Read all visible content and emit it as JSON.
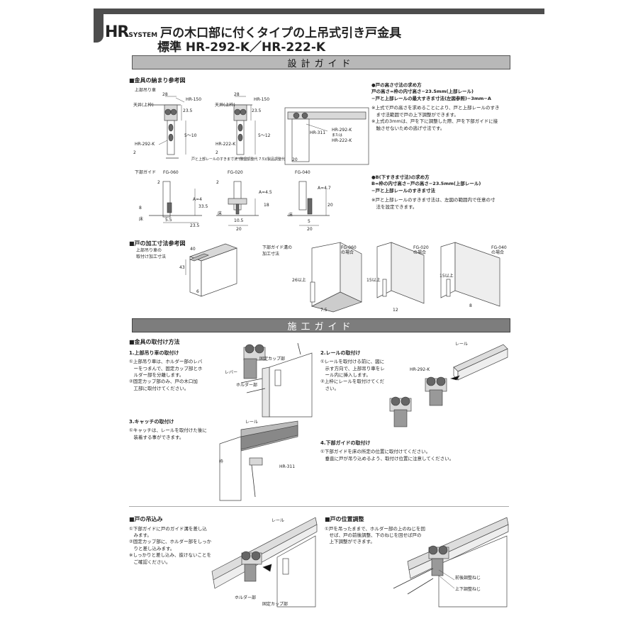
{
  "header": {
    "brand": "HR",
    "brand_sub": "SYSTEM",
    "title_line1": "戸の木口部に付くタイプの上吊式引き戸金具",
    "title_line2": "標準 HR-292-K／HR-222-K"
  },
  "design_guide": {
    "bar_label": "設計ガイド",
    "fit_heading": "■金具の納まり参考図",
    "upper_hanger_label": "上部吊り車",
    "lower_guide_label": "下部ガイド",
    "dims": {
      "d28a": "28",
      "d28b": "28",
      "hr150a": "HR-150",
      "hr150b": "HR-150",
      "ceiling_a": "天井(上枠)",
      "ceiling_b": "天井(上枠)",
      "d23_5a": "23.5",
      "d23_5b": "23.5",
      "hr292": "HR-292-K",
      "hr222": "HR-222-K",
      "range1": "5～10",
      "range2": "5～12",
      "adjust1": "戸と上部レールのすきま寸法 (製品調整代 7.5)",
      "adjust2": "(製品調整代 5)",
      "d2a": "2",
      "d2b": "2",
      "hr311": "HR-311",
      "or": "または",
      "hr292b": "HR-292-K",
      "hr222b": "HR-222-K",
      "d20": "20",
      "fg060": "FG-060",
      "fg020": "FG-020",
      "fg040": "FG-040",
      "d2c": "2",
      "d2d": "2",
      "d18": "18",
      "d20b": "20",
      "a4": "A=4",
      "a4_5": "A=4.5",
      "a4_7": "A=4.7",
      "d33_5": "33.5",
      "d5_5": "5.5",
      "d23_5c": "23.5",
      "d8": "8",
      "floor_a": "床",
      "floor_b": "床",
      "floor_c": "床",
      "d10_5": "10.5",
      "d20c": "20",
      "d20d": "20",
      "d5": "5"
    },
    "height_calc": {
      "heading": "●戸の高さ寸法の求め方",
      "line1": "戸の高さ=枠の内寸高さ−23.5mm(上部レール)",
      "line2": "−戸と上部レールの最大すきま寸法(左図参照)−3mm−A",
      "note1": "※上式で戸の高さを求めることにより、戸と上部レールのすき",
      "note2": "　ま寸法範囲で戸の上下調整ができます。",
      "note3": "※上式の3mmは、戸を下に調整した際、戸を下部ガイドに接",
      "note4": "　触させないための逃げ寸法です。"
    },
    "b_calc": {
      "heading": "●B(下すきま寸法)の求め方",
      "line1": "B=枠の内寸高さ−戸の高さ−23.5mm(上部レール)",
      "line2": "−戸と上部レールのすきま寸法",
      "note1": "※戸と上部レールのすきま寸法は、左図の範囲内で任意の寸",
      "note2": "　法を設定できます。"
    },
    "door_processing": {
      "heading": "■戸の加工寸法参考図",
      "upper_label1": "上部吊り車の",
      "upper_label2": "取付け加工寸法",
      "d40": "40",
      "d43": "43",
      "d6": "6",
      "lower_label1": "下部ガイド溝の",
      "lower_label2": "加工寸法",
      "case_fg060": "FG-060",
      "case_fg060b": "の場合",
      "case_fg020": "FG-020",
      "case_fg020b": "の場合",
      "case_fg040": "FG-040",
      "case_fg040b": "の場合",
      "d26": "26以上",
      "d7_5": "7.5",
      "d15a": "15以上",
      "d12": "12",
      "d15b": "15以上",
      "d8b": "8"
    }
  },
  "construction_guide": {
    "bar_label": "施工ガイド",
    "install_heading": "■金具の取付け方法",
    "step1": {
      "title": "1.上部吊り車の取付け",
      "l1": "①上部吊り車は、ホルダー部のレバ",
      "l2": "　ーをつまんで、固定カップ部とホ",
      "l3": "　ルダー部を分離します。",
      "l4": "②固定カップ部のみ、戸の木口加",
      "l5": "　工部に取付けてください。",
      "lever": "レバー",
      "holder": "ホルダー部",
      "cup": "固定カップ部"
    },
    "step2": {
      "title": "2.レールの取付け",
      "l1": "①レールを取付ける前に、図に",
      "l2": "　示す方向で、上部吊り車をレ",
      "l3": "　ール内に挿入します。",
      "l4": "②上枠にレールを取付けてくだ",
      "l5": "　さい。",
      "rail": "レール",
      "part": "HR-292-K"
    },
    "step3": {
      "title": "3.キャッチの取付け",
      "l1": "①キャッチは、レールを取付けた後に",
      "l2": "　装着する事ができます。",
      "rail": "レール",
      "frame": "枠",
      "part": "HR-311"
    },
    "step4": {
      "title": "4.下部ガイドの取付け",
      "l1": "①下部ガイドを床の所定の位置に取付けてください。",
      "l2": "　垂直に戸が吊り込めるよう、取付け位置に注意してください。"
    },
    "hanging": {
      "heading": "■戸の吊込み",
      "l1": "①下部ガイドに戸のガイド溝を差し込",
      "l2": "　みます。",
      "l3": "②固定カップ部に、ホルダー部をしっか",
      "l4": "　りと差し込みます。",
      "l5": "※しっかりと差し込み、抜けないことを",
      "l6": "　ご確認ください。",
      "rail": "レール",
      "holder": "ホルダー部",
      "cup": "固定カップ部"
    },
    "adjust": {
      "heading": "■戸の位置調整",
      "l1": "①戸を吊ったままで、ホルダー部の上のねじを回",
      "l2": "　せば、戸の前後調整、下のねじを回せば戸の",
      "l3": "　上下調整ができます。",
      "front_back": "前後調整ねじ",
      "up_down": "上下調整ねじ"
    }
  }
}
